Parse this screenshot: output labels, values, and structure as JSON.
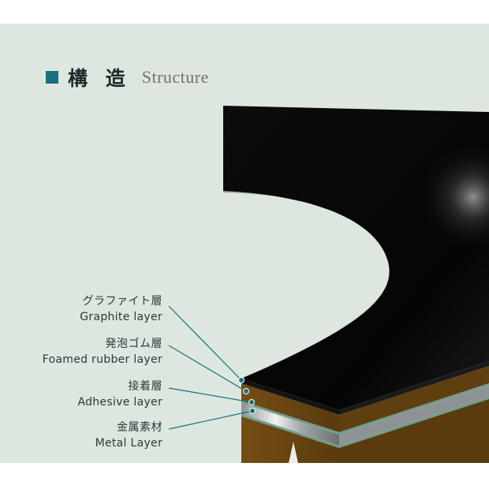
{
  "header": {
    "title_jp": "構 造",
    "title_en": "Structure"
  },
  "layers": [
    {
      "jp": "グラファイト層",
      "en": "Graphite layer"
    },
    {
      "jp": "発泡ゴム層",
      "en": "Foamed rubber layer"
    },
    {
      "jp": "接着層",
      "en": "Adhesive layer"
    },
    {
      "jp": "金属素材",
      "en": "Metal Layer"
    }
  ],
  "colors": {
    "background": "#dde6df",
    "accent": "#16717b",
    "graphite": "#0a0a0a",
    "rubber": "#6a4612",
    "adhesive": "#6f9e8a",
    "metal": "#b9bcbe"
  }
}
